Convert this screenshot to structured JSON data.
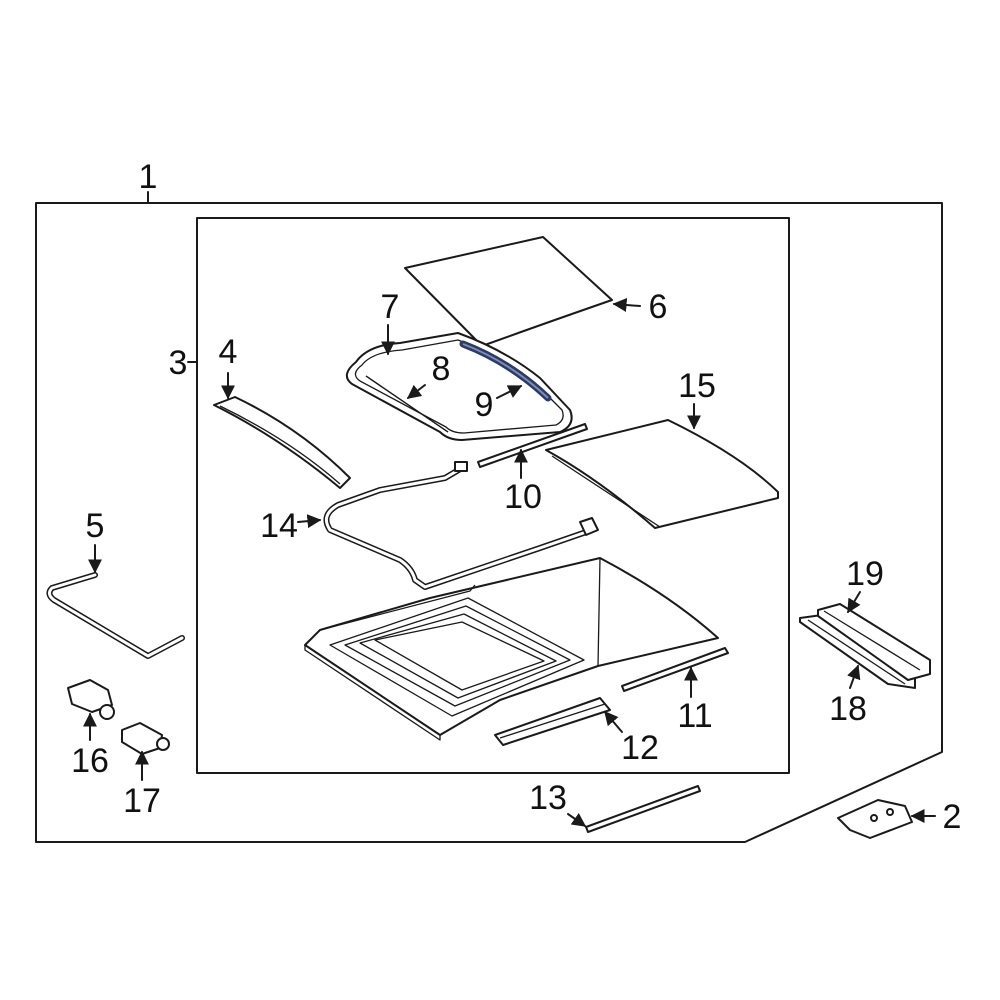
{
  "callouts": {
    "c1": "1",
    "c2": "2",
    "c3": "3",
    "c4": "4",
    "c5": "5",
    "c6": "6",
    "c7": "7",
    "c8": "8",
    "c9": "9",
    "c10": "10",
    "c11": "11",
    "c12": "12",
    "c13": "13",
    "c14": "14",
    "c15": "15",
    "c16": "16",
    "c17": "17",
    "c18": "18",
    "c19": "19"
  },
  "colors": {
    "line": "#1a1a1a",
    "highlight": "#2b3a67",
    "background": "#ffffff"
  }
}
